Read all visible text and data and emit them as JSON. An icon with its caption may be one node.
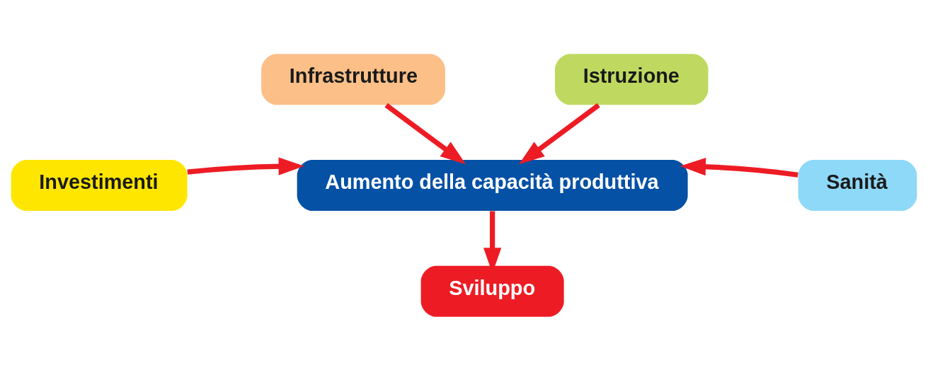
{
  "diagram": {
    "nodes": [
      {
        "text": [
          "Infrastrutture"
        ]
      },
      {
        "text": [
          "Istruzione"
        ]
      },
      {
        "text": [
          "Investimenti"
        ]
      },
      {
        "text": [
          "Aumento della capacità produttiva"
        ]
      },
      {
        "text": [
          "Sanità"
        ]
      },
      {
        "text": [
          "Sviluppo"
        ]
      }
    ],
    "edges": [
      {
        "from": 0,
        "to": 3,
        "arrow": "to"
      },
      {
        "from": 1,
        "to": 3,
        "arrow": "to"
      },
      {
        "from": 2,
        "to": 3,
        "arrow": "to"
      },
      {
        "from": 4,
        "to": 3,
        "arrow": "to"
      },
      {
        "from": 3,
        "to": 5,
        "arrow": "to"
      }
    ]
  }
}
